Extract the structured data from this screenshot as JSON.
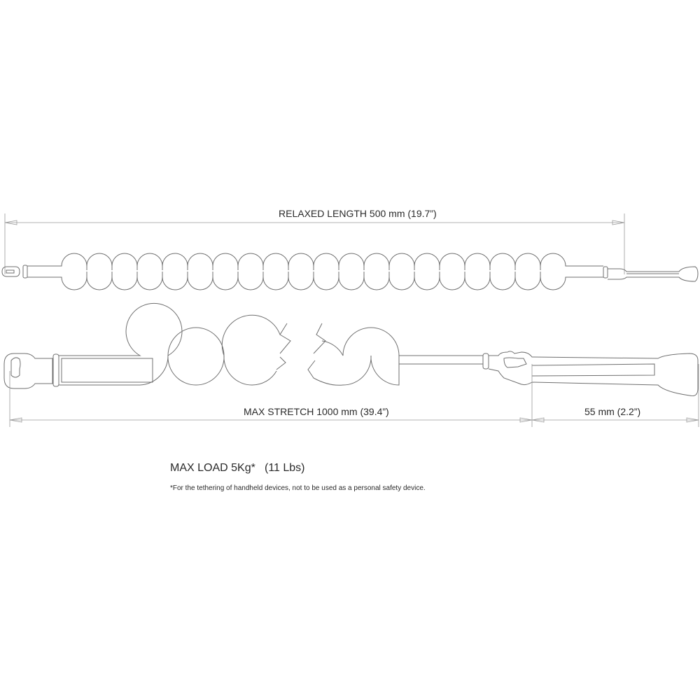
{
  "dimensions": {
    "relaxed_length": "RELAXED LENGTH 500 mm (19.7”)",
    "max_stretch": "MAX STRETCH 1000 mm (39.4”)",
    "end_length": "55 mm (2.2”)"
  },
  "load": {
    "max_load": "MAX LOAD 5Kg*",
    "max_load_lbs": "(11 Lbs)",
    "footnote": "*For the tethering of handheld devices, not to be used as a personal safety device."
  }
}
